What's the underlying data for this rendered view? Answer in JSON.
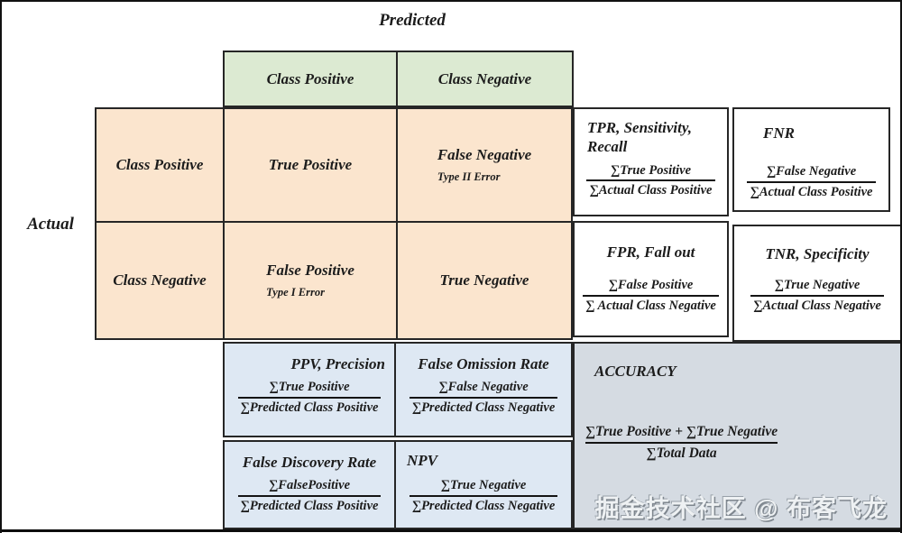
{
  "axis": {
    "predicted": "Predicted",
    "actual": "Actual"
  },
  "predicted_classes": [
    "Class Positive",
    "Class Negative"
  ],
  "actual_classes": [
    "Class Positive",
    "Class Negative"
  ],
  "cells": {
    "true_positive": {
      "title": "True Positive"
    },
    "false_negative": {
      "title": "False Negative",
      "subtitle": "Type II Error"
    },
    "false_positive": {
      "title": "False Positive",
      "subtitle": "Type I Error"
    },
    "true_negative": {
      "title": "True Negative"
    }
  },
  "metrics": {
    "tpr": {
      "title": "TPR, Sensitivity, Recall",
      "num": "∑True Positive",
      "den": "∑Actual Class Positive"
    },
    "fnr": {
      "title": "FNR",
      "num": "∑False Negative",
      "den": "∑Actual Class Positive"
    },
    "fpr": {
      "title": "FPR, Fall out",
      "num": "∑False Positive",
      "den": "∑ Actual Class Negative"
    },
    "tnr": {
      "title": "TNR, Specificity",
      "num": "∑True Negative",
      "den": "∑Actual Class Negative"
    },
    "ppv": {
      "title": "PPV, Precision",
      "num": "∑True Positive",
      "den": "∑Predicted Class Positive"
    },
    "fom": {
      "title": "False Omission Rate",
      "num": "∑False Negative",
      "den": "∑Predicted Class Negative"
    },
    "fdr": {
      "title": "False Discovery Rate",
      "num": "∑FalsePositive",
      "den": "∑Predicted Class Positive"
    },
    "npv": {
      "title": "NPV",
      "num": "∑True Negative",
      "den": "∑Predicted Class Negative"
    },
    "accuracy": {
      "title": "ACCURACY",
      "num": "∑True Positive + ∑True Negative",
      "den": "∑Total Data"
    }
  },
  "watermark": "掘金技术社区 @ 布客飞龙",
  "colors": {
    "header_green": "#dcead2",
    "matrix_orange": "#fbe5ce",
    "metric_blue": "#dee8f3",
    "accuracy_gray": "#d5dbe2",
    "border": "#262626",
    "background": "#ffffff"
  }
}
